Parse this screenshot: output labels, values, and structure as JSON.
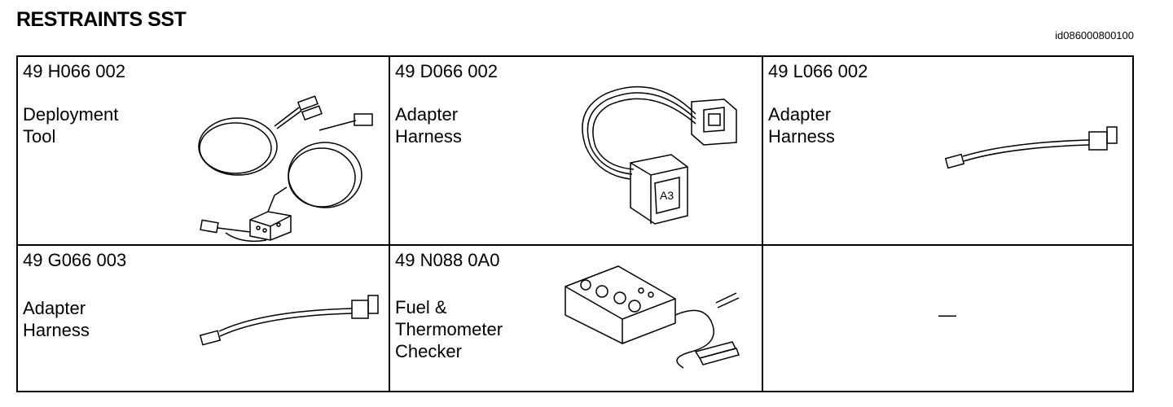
{
  "header": {
    "title": "RESTRAINTS SST",
    "doc_id": "id086000800100"
  },
  "tools": [
    {
      "part_number": "49 H066 002",
      "name_lines": [
        "Deployment",
        "Tool"
      ],
      "illustration": "deployment-tool-icon"
    },
    {
      "part_number": "49 D066 002",
      "name_lines": [
        "Adapter",
        "Harness"
      ],
      "illustration": "adapter-harness-icon"
    },
    {
      "part_number": "49 L066 002",
      "name_lines": [
        "Adapter",
        "Harness"
      ],
      "illustration": "adapter-harness-cable-icon"
    },
    {
      "part_number": "49 G066 003",
      "name_lines": [
        "Adapter",
        "Harness"
      ],
      "illustration": "adapter-harness-cable-icon"
    },
    {
      "part_number": "49 N088 0A0",
      "name_lines": [
        "Fuel &",
        "Thermometer",
        "Checker"
      ],
      "illustration": "checker-box-icon"
    },
    {
      "placeholder": "—"
    }
  ]
}
